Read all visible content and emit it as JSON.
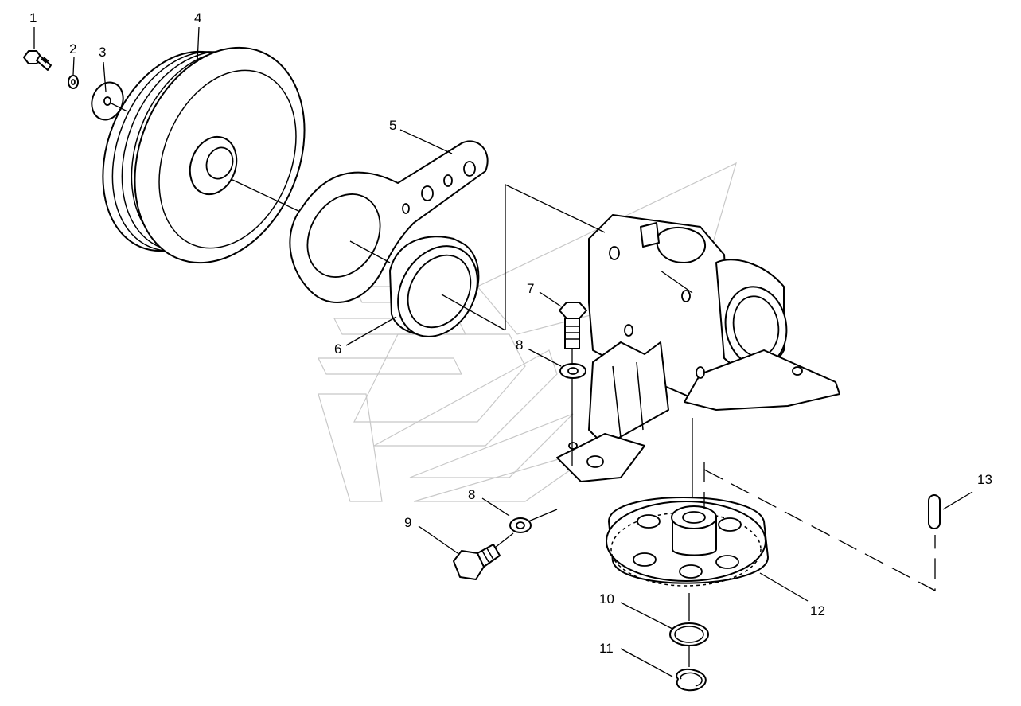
{
  "callouts": {
    "c1": "1",
    "c2": "2",
    "c3": "3",
    "c4": "4",
    "c5": "5",
    "c6": "6",
    "c7": "7",
    "c8a": "8",
    "c8b": "8",
    "c9": "9",
    "c10": "10",
    "c11": "11",
    "c12": "12",
    "c13": "13"
  },
  "colors": {
    "line": "#000000",
    "background": "#ffffff",
    "watermark": "#c8c8c8"
  }
}
